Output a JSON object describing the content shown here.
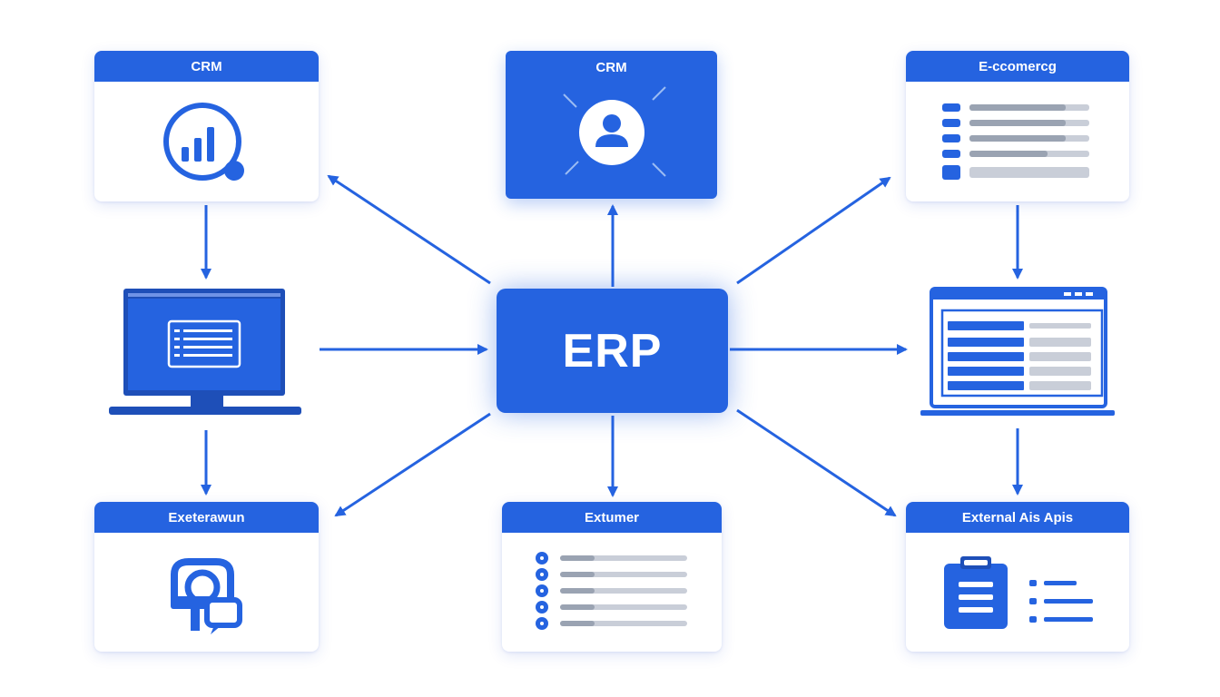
{
  "center": {
    "label": "ERP"
  },
  "nodes": {
    "crm_left": {
      "title": "CRM",
      "icon": "analytics-chart-icon"
    },
    "crm_top": {
      "title": "CRM",
      "icon": "user-avatar-icon"
    },
    "ecommerce": {
      "title": "E-ccomercg",
      "icon": "list-panel-icon"
    },
    "desktop": {
      "icon": "desktop-monitor-icon"
    },
    "laptop": {
      "icon": "laptop-icon"
    },
    "bottom_left": {
      "title": "Exeterawun",
      "icon": "support-chat-icon"
    },
    "bottom_center": {
      "title": "Extumer",
      "icon": "checklist-icon"
    },
    "bottom_right": {
      "title": "External Ais Apis",
      "icon": "clipboard-icon"
    }
  },
  "colors": {
    "accent": "#2563e0",
    "dark": "#1e4fb8",
    "line_gray": "#c9ced8",
    "bg": "#ffffff"
  }
}
